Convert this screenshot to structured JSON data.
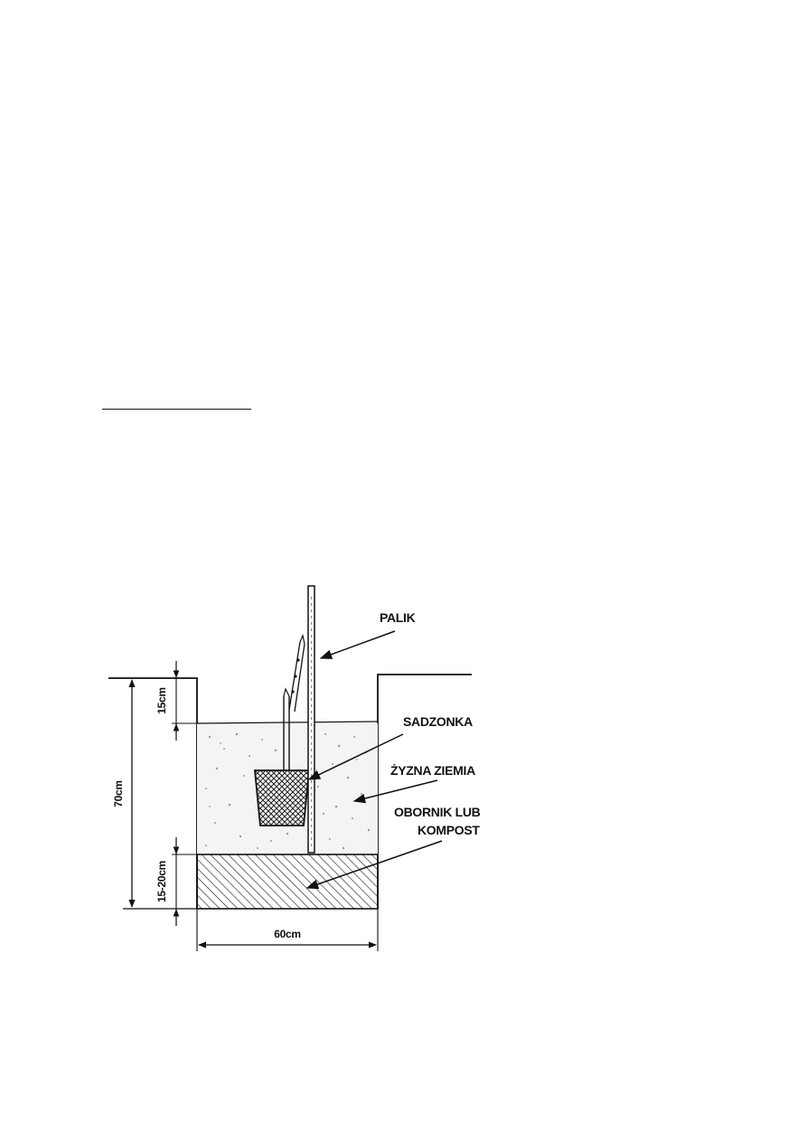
{
  "labels": {
    "stake": "PALIK",
    "seedling": "SADZONKA",
    "fertile_soil": "ŻYZNA ZIEMIA",
    "manure_line1": "OBORNIK LUB",
    "manure_line2": "KOMPOST"
  },
  "dimensions": {
    "total_depth": "70cm",
    "top_gap": "15cm",
    "bottom_layer": "15-20cm",
    "width": "60cm"
  },
  "colors": {
    "ink": "#111111",
    "soil_speckle": "#9a9a9a",
    "hatch": "#222222"
  }
}
